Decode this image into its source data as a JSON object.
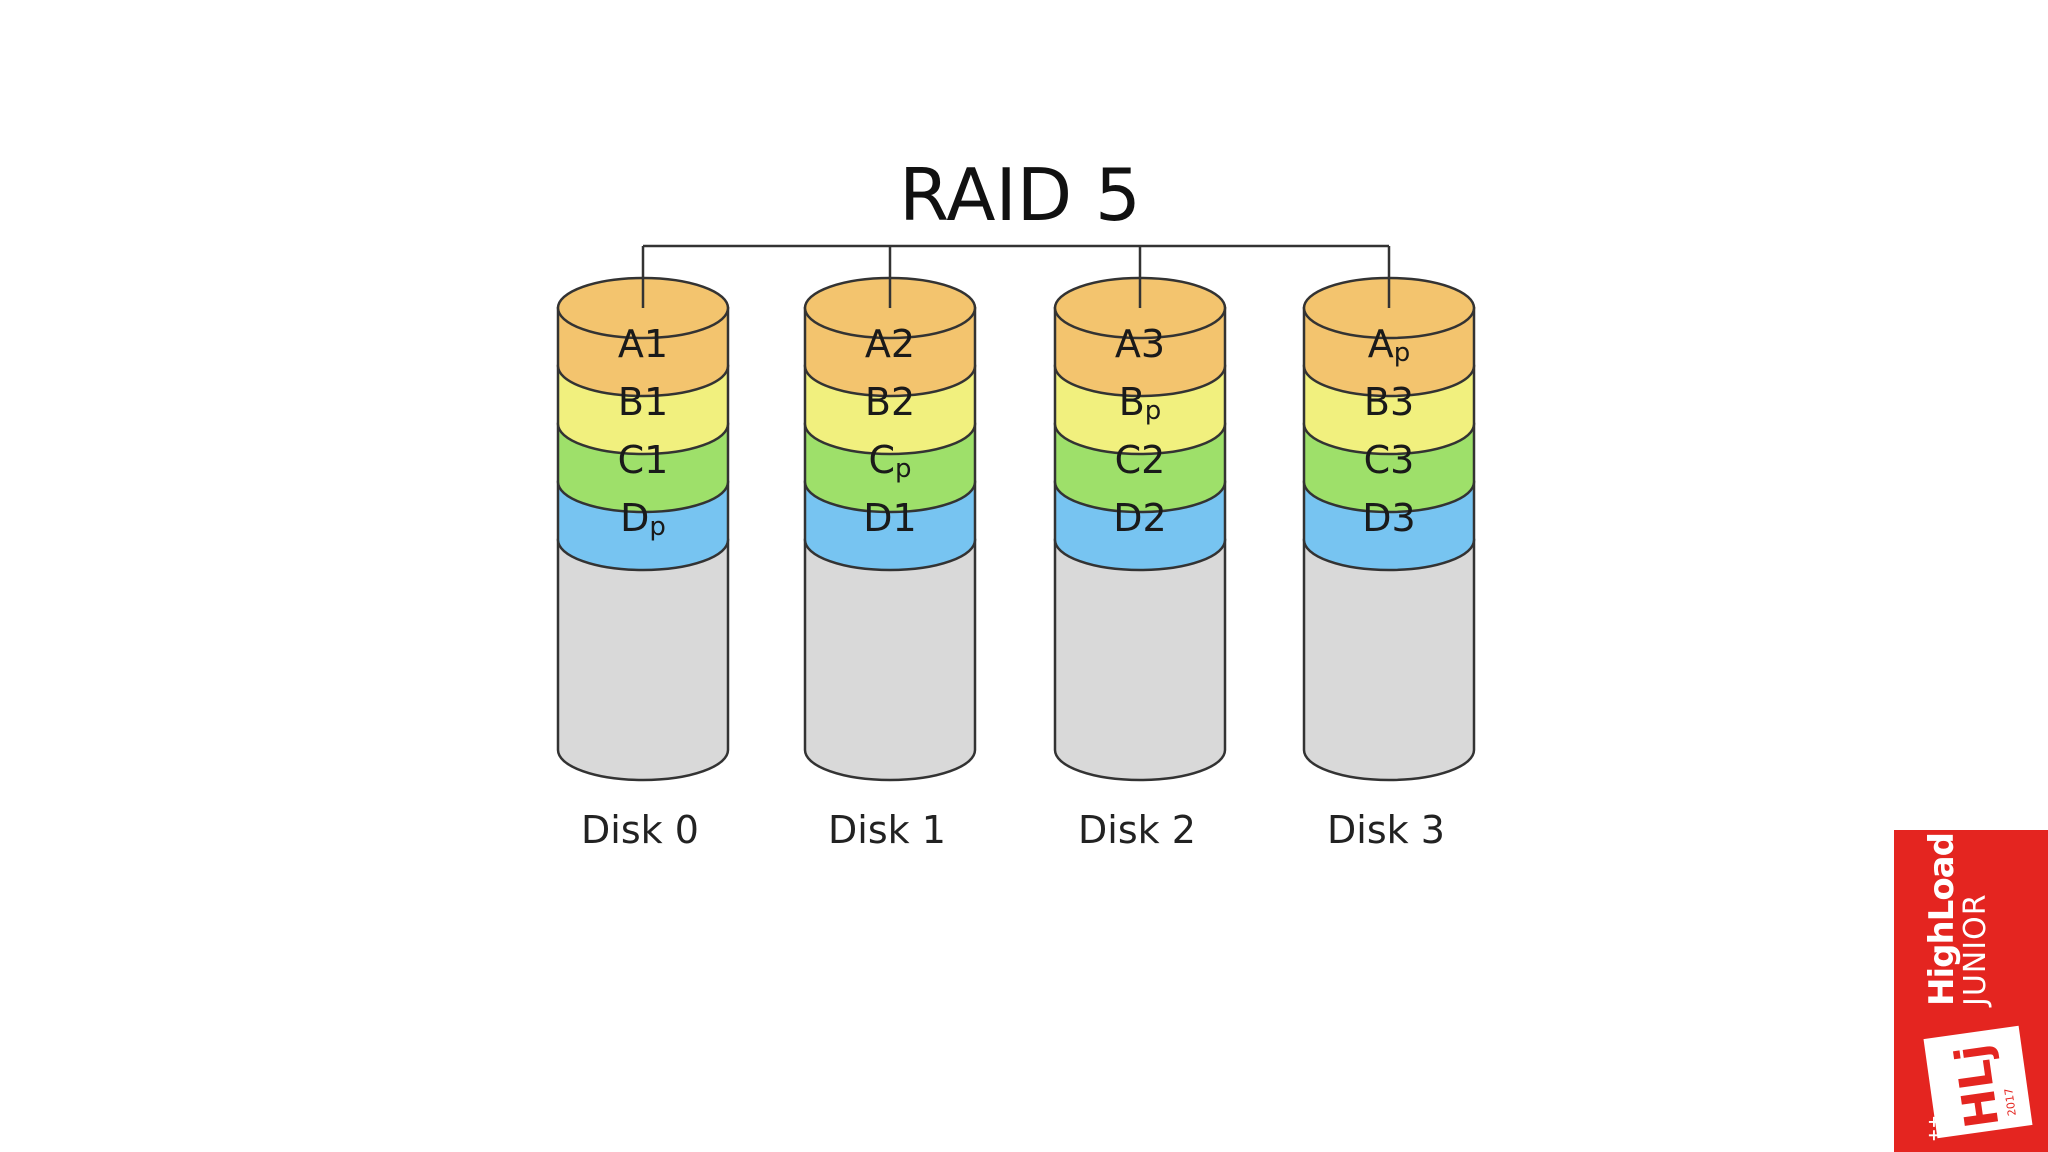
{
  "title": "RAID 5",
  "colors": {
    "row_A": "#f3c46e",
    "row_B": "#f1f07e",
    "row_C": "#9ee06a",
    "row_D": "#77c4f1",
    "empty": "#d9d9d9",
    "stroke": "#333333",
    "badge": "#e42520"
  },
  "disks": [
    {
      "label": "Disk 0",
      "segments": [
        {
          "main": "A",
          "sub": "1",
          "parity": false
        },
        {
          "main": "B",
          "sub": "1",
          "parity": false
        },
        {
          "main": "C",
          "sub": "1",
          "parity": false
        },
        {
          "main": "D",
          "sub": "p",
          "parity": true
        }
      ]
    },
    {
      "label": "Disk 1",
      "segments": [
        {
          "main": "A",
          "sub": "2",
          "parity": false
        },
        {
          "main": "B",
          "sub": "2",
          "parity": false
        },
        {
          "main": "C",
          "sub": "p",
          "parity": true
        },
        {
          "main": "D",
          "sub": "1",
          "parity": false
        }
      ]
    },
    {
      "label": "Disk 2",
      "segments": [
        {
          "main": "A",
          "sub": "3",
          "parity": false
        },
        {
          "main": "B",
          "sub": "p",
          "parity": true
        },
        {
          "main": "C",
          "sub": "2",
          "parity": false
        },
        {
          "main": "D",
          "sub": "2",
          "parity": false
        }
      ]
    },
    {
      "label": "Disk 3",
      "segments": [
        {
          "main": "A",
          "sub": "p",
          "parity": true
        },
        {
          "main": "B",
          "sub": "3",
          "parity": false
        },
        {
          "main": "C",
          "sub": "3",
          "parity": false
        },
        {
          "main": "D",
          "sub": "3",
          "parity": false
        }
      ]
    }
  ],
  "badge": {
    "brand": "HighLoad",
    "edition": "JUNIOR",
    "logo": "HLj",
    "year": "2017",
    "mark": "++"
  }
}
